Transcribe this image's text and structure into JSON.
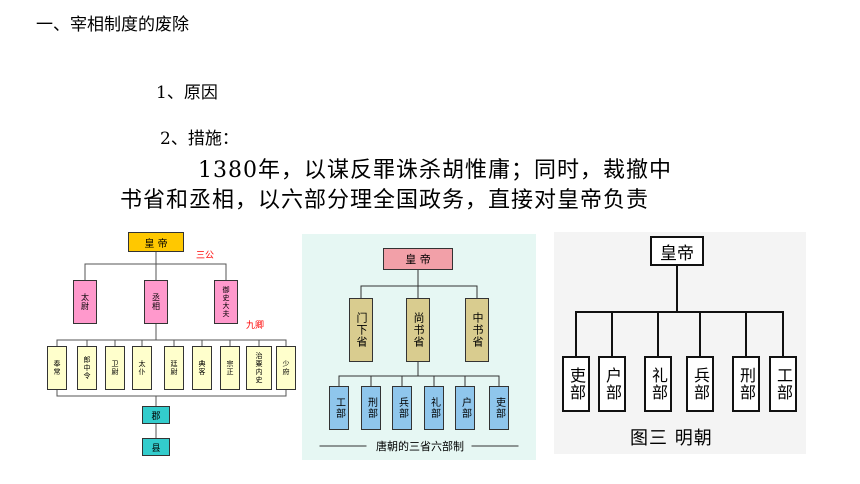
{
  "slide": {
    "title": "一、宰相制度的废除",
    "reason": "1、原因",
    "measure": "2、措施：",
    "body_line1": "1380年，以谋反罪诛杀胡惟庸；同时，裁撤中",
    "body_line2": "书省和丞相，以六部分理全国政务，直接对皇帝负责"
  },
  "diagram_qin_han": {
    "emperor": "皇 帝",
    "sangong_label": "三公",
    "jiuqing_label": "九卿",
    "sangong": [
      "太尉",
      "丞相",
      "御史大夫"
    ],
    "jiuqing": [
      "奉常",
      "郎中令",
      "卫尉",
      "太仆",
      "廷尉",
      "典客",
      "宗正",
      "治粟内史",
      "少府"
    ],
    "commandery": "郡",
    "county": "县",
    "colors": {
      "emperor": "#ffc800",
      "sangong": "#ff99cc",
      "jiuqing": "#ffffcc",
      "local": "#33cccc",
      "label": "#ff0000"
    }
  },
  "diagram_tang": {
    "emperor": "皇 帝",
    "sansheng": [
      "门下省",
      "尚书省",
      "中书省"
    ],
    "liubu": [
      "工部",
      "刑部",
      "兵部",
      "礼部",
      "户部",
      "吏部"
    ],
    "caption": "唐朝的三省六部制",
    "colors": {
      "background": "#e6f7f3",
      "emperor": "#f2a0a8",
      "sansheng": "#d9cc8f",
      "liubu": "#8fc6ec"
    }
  },
  "diagram_ming": {
    "emperor": "皇帝",
    "liubu": [
      "吏部",
      "户部",
      "礼部",
      "兵部",
      "刑部",
      "工部"
    ],
    "caption": "图三 明朝",
    "colors": {
      "background": "#f4f4f4"
    }
  }
}
